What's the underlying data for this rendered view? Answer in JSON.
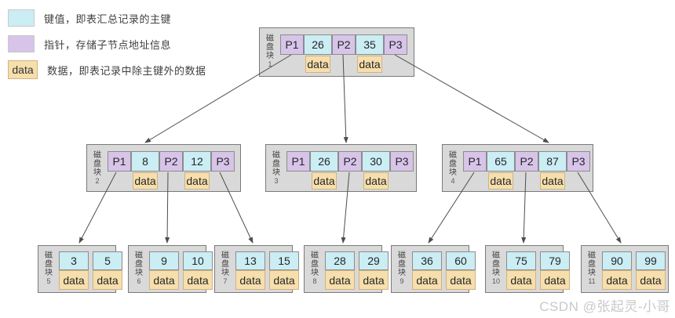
{
  "legend": {
    "items": [
      {
        "type": "key",
        "swatch_label": "",
        "text": "键值，即表汇总记录的主键"
      },
      {
        "type": "pointer",
        "swatch_label": "",
        "text": "指针，存储子节点地址信息"
      },
      {
        "type": "data",
        "swatch_label": "data",
        "text": "数据，即表记录中除主键外的数据"
      }
    ]
  },
  "colors": {
    "key": "#cbedf4",
    "pointer": "#d7c4e8",
    "data": "#f6dfad",
    "data-border": "#cfb384",
    "node-bg": "#d9d9d9",
    "node-border": "#7a7a7a",
    "cell-border": "#8c8c8c",
    "arrow": "#4d4d4d",
    "text": "#333333",
    "watermark": "#c9c9c9"
  },
  "internal_nodes": [
    {
      "name": "磁盘块",
      "number": "1",
      "cells": [
        "P1",
        "26",
        "P2",
        "35",
        "P3"
      ],
      "data": [
        "data",
        "data"
      ]
    },
    {
      "name": "磁盘块",
      "number": "2",
      "cells": [
        "P1",
        "8",
        "P2",
        "12",
        "P3"
      ],
      "data": [
        "data",
        "data"
      ]
    },
    {
      "name": "磁盘块",
      "number": "3",
      "cells": [
        "P1",
        "26",
        "P2",
        "30",
        "P3"
      ],
      "data": [
        "data",
        "data"
      ]
    },
    {
      "name": "磁盘块",
      "number": "4",
      "cells": [
        "P1",
        "65",
        "P2",
        "87",
        "P3"
      ],
      "data": [
        "data",
        "data"
      ]
    }
  ],
  "leaf_nodes": [
    {
      "name": "磁盘块",
      "number": "5",
      "keys": [
        "3",
        "5"
      ],
      "data": [
        "data",
        "data"
      ]
    },
    {
      "name": "磁盘块",
      "number": "6",
      "keys": [
        "9",
        "10"
      ],
      "data": [
        "data",
        "data"
      ]
    },
    {
      "name": "磁盘块",
      "number": "7",
      "keys": [
        "13",
        "15"
      ],
      "data": [
        "data",
        "data"
      ]
    },
    {
      "name": "磁盘块",
      "number": "8",
      "keys": [
        "28",
        "29"
      ],
      "data": [
        "data",
        "data"
      ]
    },
    {
      "name": "磁盘块",
      "number": "9",
      "keys": [
        "36",
        "60"
      ],
      "data": [
        "data",
        "data"
      ]
    },
    {
      "name": "磁盘块",
      "number": "10",
      "keys": [
        "75",
        "79"
      ],
      "data": [
        "data",
        "data"
      ]
    },
    {
      "name": "磁盘块",
      "number": "11",
      "keys": [
        "90",
        "99"
      ],
      "data": [
        "data",
        "data"
      ]
    }
  ],
  "watermark": "CSDN @张起灵-小哥"
}
